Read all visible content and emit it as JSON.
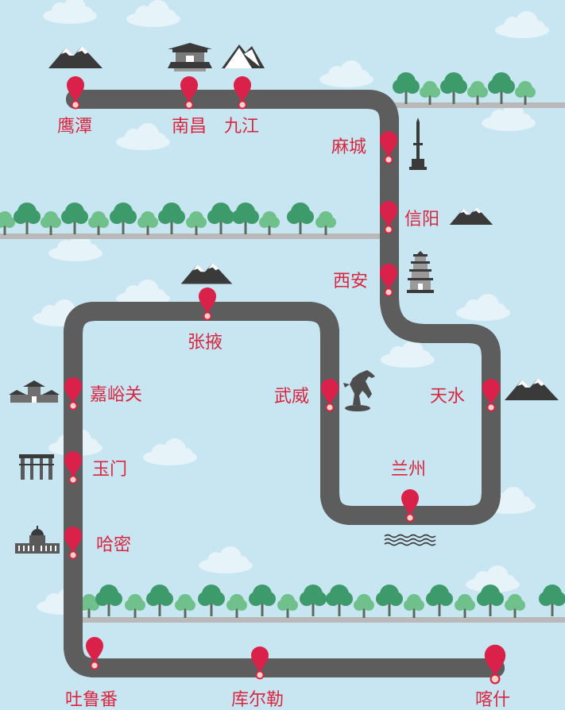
{
  "colors": {
    "sky": "#c7e6f2",
    "road_outer": "#606060",
    "road_inner": "#b7cc95",
    "road_dash": "#ffffff",
    "pin": "#d9214a",
    "label": "#d9263f",
    "tree_dark": "#3d9a6a",
    "tree_light": "#5fb97c",
    "ground": "#b9b9b9",
    "cloud": "#e8f4fa",
    "landmark": "#4a4a4a"
  },
  "stations": [
    {
      "id": "yingtan",
      "name": "鹰潭"
    },
    {
      "id": "nanchang",
      "name": "南昌"
    },
    {
      "id": "jiujiang",
      "name": "九江"
    },
    {
      "id": "macheng",
      "name": "麻城"
    },
    {
      "id": "xinyang",
      "name": "信阳"
    },
    {
      "id": "xian",
      "name": "西安"
    },
    {
      "id": "tianshui",
      "name": "天水"
    },
    {
      "id": "lanzhou",
      "name": "兰州"
    },
    {
      "id": "wuwei",
      "name": "武威"
    },
    {
      "id": "zhangye",
      "name": "张掖"
    },
    {
      "id": "jiayuguan",
      "name": "嘉峪关"
    },
    {
      "id": "yumen",
      "name": "玉门"
    },
    {
      "id": "hami",
      "name": "哈密"
    },
    {
      "id": "tulufan",
      "name": "吐鲁番"
    },
    {
      "id": "kuerle",
      "name": "库尔勒"
    },
    {
      "id": "kashi",
      "name": "喀什"
    }
  ],
  "landmarks": [
    {
      "icon": "mountain-icon"
    },
    {
      "icon": "pagoda-gate-icon"
    },
    {
      "icon": "snow-mountain-icon"
    },
    {
      "icon": "monument-icon"
    },
    {
      "icon": "mountain-icon"
    },
    {
      "icon": "pagoda-icon"
    },
    {
      "icon": "mountain-icon"
    },
    {
      "icon": "mountain-icon"
    },
    {
      "icon": "horse-statue-icon"
    },
    {
      "icon": "water-icon"
    },
    {
      "icon": "fortress-gate-icon"
    },
    {
      "icon": "stone-arch-icon"
    },
    {
      "icon": "capitol-building-icon"
    }
  ]
}
